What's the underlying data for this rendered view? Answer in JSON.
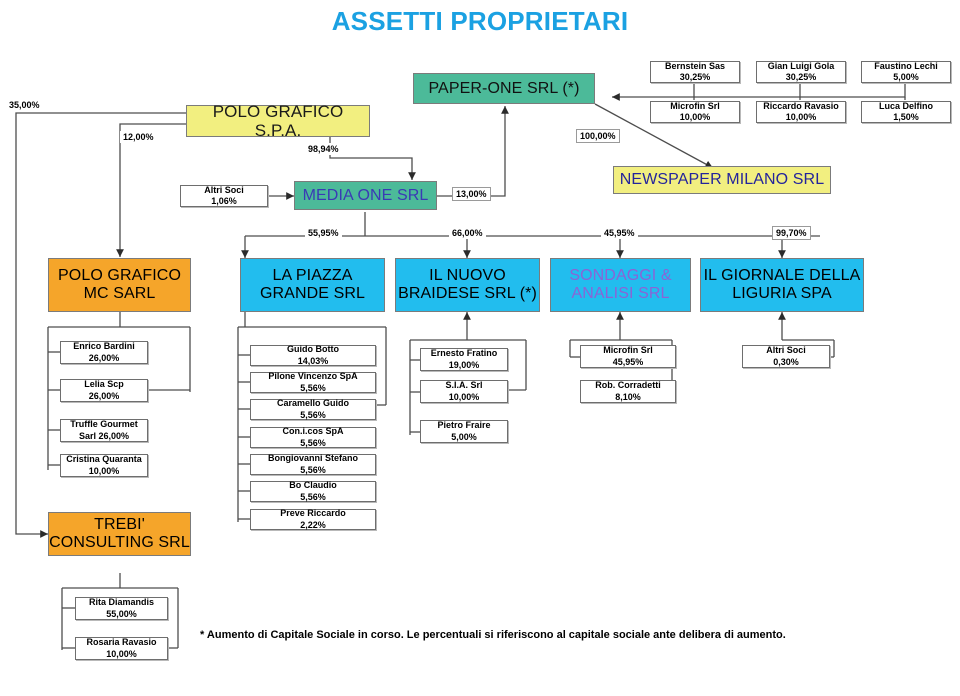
{
  "title": "ASSETTI PROPRIETARI",
  "colors": {
    "title": "#1BA1E2",
    "yellow": "#F2EF80",
    "teal": "#4CBA99",
    "cyan": "#22BDEE",
    "orange": "#F5A52A",
    "violet_text": "#8A64D6",
    "blue_text": "#3A3AB5",
    "wire": "#4d4d4d"
  },
  "footnote": "* Aumento di Capitale Sociale in corso. Le percentuali si riferiscono al capitale sociale ante delibera di aumento.",
  "companies": {
    "paper_one": "PAPER-ONE SRL (*)",
    "newspaper_milano": "NEWSPAPER MILANO SRL",
    "polo_grafico_spa": "POLO GRAFICO S.P.A.",
    "media_one": "MEDIA ONE SRL",
    "polo_grafico_mc": "POLO GRAFICO\nMC SARL",
    "la_piazza_grande": "LA PIAZZA\nGRANDE SRL",
    "il_nuovo_braidese": "IL NUOVO\nBRAIDESE SRL (*)",
    "sondaggi_analisi": "SONDAGGI &\nANALISI SRL",
    "il_giornale_liguria": "IL GIORNALE DELLA\nLIGURIA SPA",
    "trebi_consulting": "TREBI'\nCONSULTING SRL"
  },
  "paper_one_shareholders": [
    {
      "name": "Bernstein Sas",
      "pct": "30,25%"
    },
    {
      "name": "Gian Luigi Gola",
      "pct": "30,25%"
    },
    {
      "name": "Faustino Lechi",
      "pct": "5,00%"
    },
    {
      "name": "Microfin Srl",
      "pct": "10,00%"
    },
    {
      "name": "Riccardo Ravasio",
      "pct": "10,00%"
    },
    {
      "name": "Luca Delfino",
      "pct": "1,50%"
    }
  ],
  "media_one_shareholders": [
    {
      "name": "Altri Soci",
      "pct": "1,06%"
    }
  ],
  "polo_grafico_mc_shareholders": [
    {
      "name": "Enrico Bardini",
      "pct": "26,00%"
    },
    {
      "name": "Lelia Scp",
      "pct": "26,00%"
    },
    {
      "name": "Truffle Gourmet",
      "pct": "Sarl 26,00%"
    },
    {
      "name": "Cristina Quaranta",
      "pct": "10,00%"
    }
  ],
  "la_piazza_shareholders": [
    {
      "name": "Guido Botto",
      "pct": "14,03%"
    },
    {
      "name": "Pilone Vincenzo SpA",
      "pct": "5,56%"
    },
    {
      "name": "Caramello Guido",
      "pct": "5,56%"
    },
    {
      "name": "Con.i.cos SpA",
      "pct": "5,56%"
    },
    {
      "name": "Bongiovanni Stefano",
      "pct": "5,56%"
    },
    {
      "name": "Bo Claudio",
      "pct": "5,56%"
    },
    {
      "name": "Preve Riccardo",
      "pct": "2,22%"
    }
  ],
  "braidese_shareholders": [
    {
      "name": "Ernesto Fratino",
      "pct": "19,00%"
    },
    {
      "name": "S.I.A. Srl",
      "pct": "10,00%"
    },
    {
      "name": "Pietro Fraire",
      "pct": "5,00%"
    }
  ],
  "sondaggi_shareholders": [
    {
      "name": "Microfin Srl",
      "pct": "45,95%"
    },
    {
      "name": "Rob. Corradetti",
      "pct": "8,10%"
    }
  ],
  "liguria_shareholders": [
    {
      "name": "Altri Soci",
      "pct": "0,30%"
    }
  ],
  "trebi_shareholders": [
    {
      "name": "Rita Diamandis",
      "pct": "55,00%"
    },
    {
      "name": "Rosaria Ravasio",
      "pct": "10,00%"
    }
  ],
  "edges": [
    {
      "id": "polo_to_mc",
      "label": "35,00%"
    },
    {
      "id": "polo_to_trebi",
      "label": "12,00%"
    },
    {
      "id": "polo_to_media",
      "label": "98,94%"
    },
    {
      "id": "media_to_paper",
      "label": "13,00%"
    },
    {
      "id": "paper_to_news",
      "label": "100,00%"
    },
    {
      "id": "media_to_piazza",
      "label": "55,95%"
    },
    {
      "id": "media_to_braidese",
      "label": "66,00%"
    },
    {
      "id": "media_to_sondaggi",
      "label": "45,95%"
    },
    {
      "id": "media_to_liguria",
      "label": "99,70%"
    }
  ]
}
